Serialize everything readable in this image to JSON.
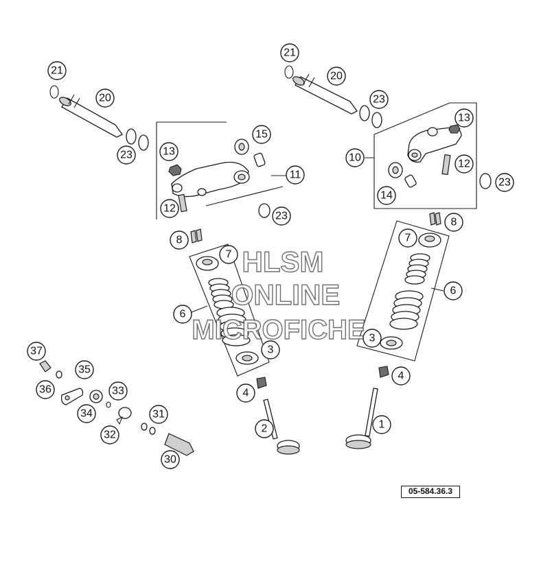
{
  "watermark": {
    "line1": "HLSM",
    "line2": "ONLINE",
    "line3": "MICROFICHE",
    "stroke_color": "#555555"
  },
  "diagram_ref": "05-584.36.3",
  "callouts": {
    "c1": "1",
    "c2": "2",
    "c3a": "3",
    "c3b": "3",
    "c4a": "4",
    "c4b": "4",
    "c6a": "6",
    "c6b": "6",
    "c7a": "7",
    "c7b": "7",
    "c8a": "8",
    "c8b": "8",
    "c10": "10",
    "c11": "11",
    "c12a": "12",
    "c12b": "12",
    "c13a": "13",
    "c13b": "13",
    "c14": "14",
    "c15": "15",
    "c20a": "20",
    "c20b": "20",
    "c21a": "21",
    "c21b": "21",
    "c23a": "23",
    "c23b": "23",
    "c23c": "23",
    "c23d": "23",
    "c30": "30",
    "c31": "31",
    "c32": "32",
    "c33": "33",
    "c34": "34",
    "c35": "35",
    "c36": "36",
    "c37": "37"
  }
}
